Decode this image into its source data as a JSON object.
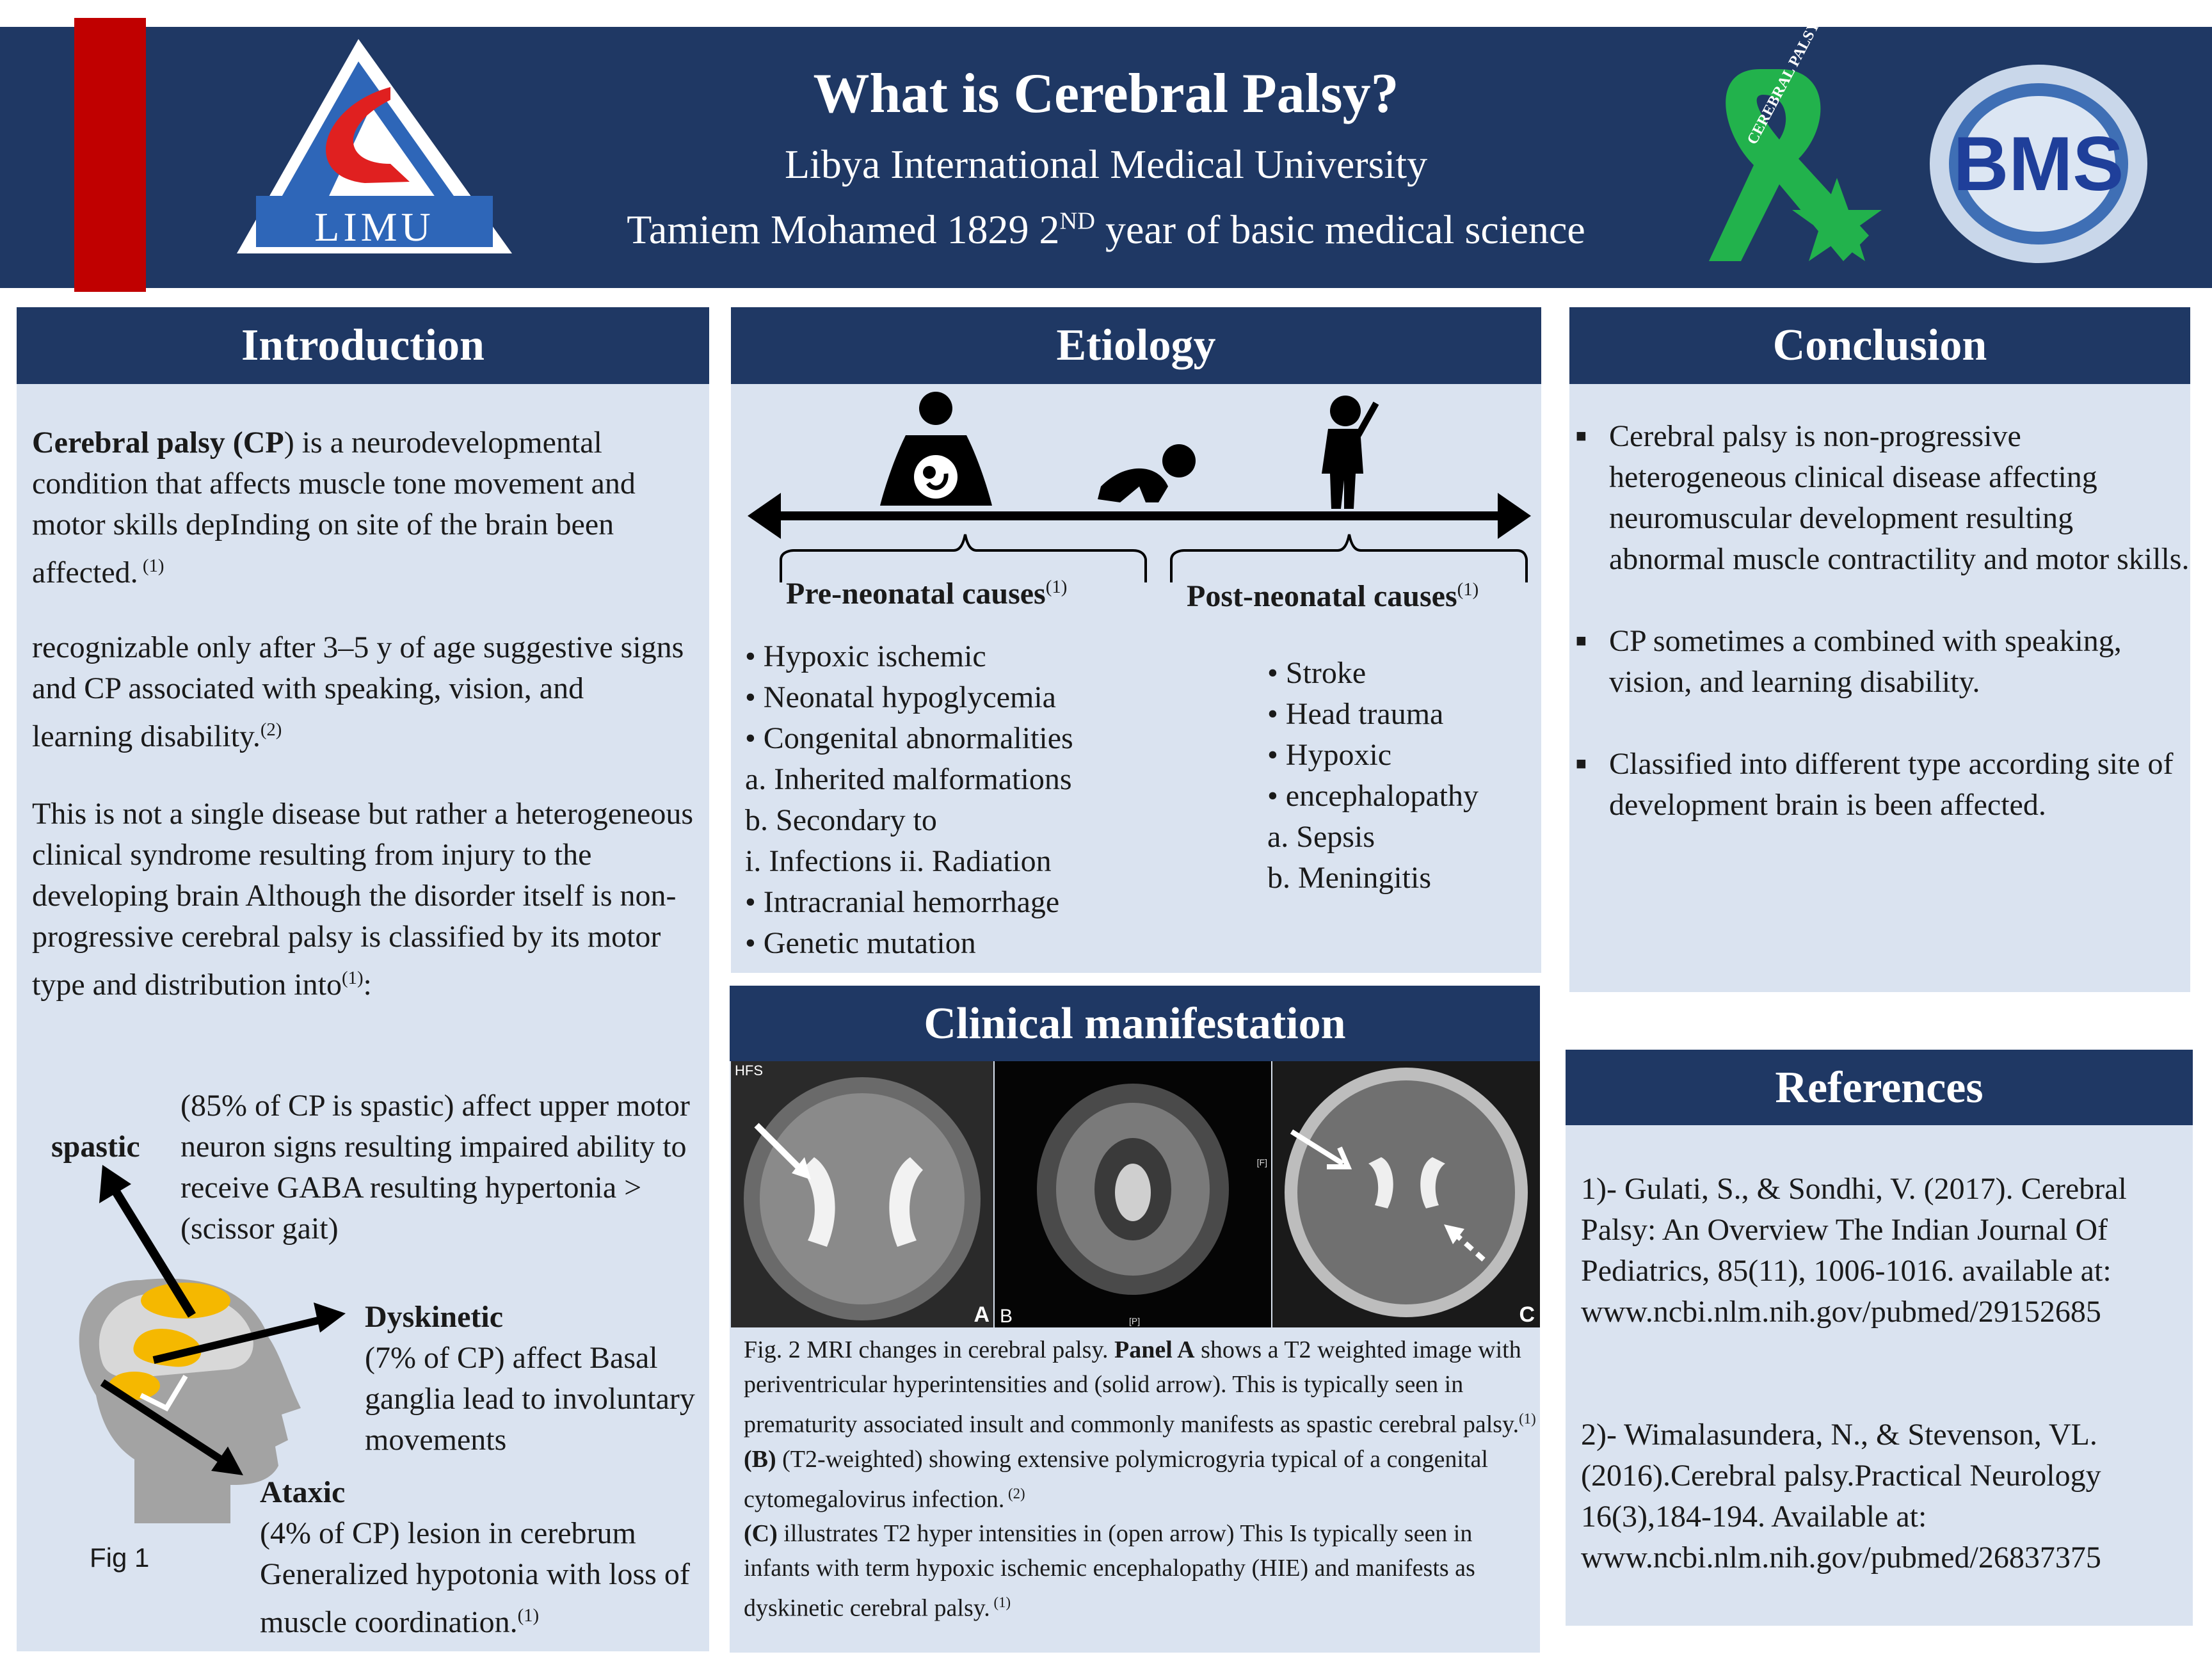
{
  "header": {
    "title": "What is Cerebral Palsy?",
    "university": "Libya International Medical University",
    "author_prefix": "Tamiem Mohamed 1829   2",
    "author_sup": "ND",
    "author_suffix": " year of basic medical science",
    "logo_left_text": "LIMU",
    "logo_ribbon_text": "CEREBRAL PALSY",
    "logo_right_text": "BMS"
  },
  "introduction": {
    "heading": "Introduction",
    "p1_bold": "Cerebral palsy (CP",
    "p1_rest": ") is a neurodevelopmental condition that affects muscle tone movement and motor skills depInding on site of the brain been affected.",
    "p1_ref": " (1)",
    "p2": "recognizable only after 3–5 y of age suggestive signs and CP associated with speaking, vision, and learning disability.",
    "p2_ref": "(2)",
    "p3": "This is not a single disease but rather a heterogeneous clinical syndrome resulting from injury to the developing brain Although the disorder itself is non-progressive cerebral palsy is classified by its motor type and distribution into",
    "p3_ref": "(1)",
    "p3_end": ":",
    "spastic_label": "spastic",
    "spastic_text": "(85% of CP is spastic) affect upper motor neuron signs  resulting impaired ability to receive GABA resulting hypertonia > (scissor gait)",
    "dyskinetic_label": "Dyskinetic",
    "dyskinetic_text": "(7% of CP) affect Basal ganglia lead to involuntary movements",
    "ataxic_label": "Ataxic",
    "ataxic_text": "(4% of CP) lesion in cerebrum Generalized hypotonia with loss of muscle coordination.",
    "ataxic_ref": "(1)",
    "fig_label": "Fig 1"
  },
  "etiology": {
    "heading": "Etiology",
    "pre_label": "Pre-neonatal causes",
    "pre_ref": "(1)",
    "post_label": "Post-neonatal causes",
    "post_ref": "(1)",
    "pre_items": [
      "• Hypoxic ischemic",
      "• Neonatal hypoglycemia",
      "• Congenital abnormalities",
      "a. Inherited malformations",
      "b. Secondary to",
      "i. Infections ii. Radiation",
      "• Intracranial hemorrhage",
      "• Genetic mutation"
    ],
    "post_items": [
      "• Stroke",
      "• Head trauma",
      "• Hypoxic",
      "• encephalopathy",
      "a. Sepsis",
      "b. Meningitis"
    ]
  },
  "clinical": {
    "heading": "Clinical manifestation",
    "img_a_tag": "HFS",
    "img_a_label": "A",
    "img_b_label": "B",
    "img_b_mark1": "[F]",
    "img_b_mark2": "[P]",
    "img_c_label": "C",
    "cap1_pre": "Fig. 2 MRI changes in cerebral palsy. ",
    "cap1_bold": "Panel A",
    "cap1_rest": " shows a T2 weighted image with periventricular hyperintensities and (solid arrow). This is typically seen in prematurity associated insult and commonly manifests as spastic cerebral palsy.",
    "cap1_ref": "(1)",
    "cap2_bold": "(B)",
    "cap2_rest": "  (T2-weighted) showing extensive polymicrogyria typical of a congenital cytomegalovirus infection.",
    "cap2_ref": " (2)",
    "cap3_bold": "(C)",
    "cap3_rest": " illustrates T2 hyper intensities in (open arrow) This Is typically seen in infants with term hypoxic ischemic encephalopathy (HIE) and manifests as dyskinetic cerebral palsy.",
    "cap3_ref": " (1)"
  },
  "conclusion": {
    "heading": "Conclusion",
    "items": [
      "Cerebral palsy is non-progressive heterogeneous clinical disease affecting neuromuscular development resulting abnormal muscle contractility and motor skills.",
      "CP sometimes a combined with speaking, vision, and learning disability.",
      "Classified into different type according site of development brain is been affected."
    ]
  },
  "references": {
    "heading": "References",
    "ref1": "1)- Gulati, S., & Sondhi, V. (2017). Cerebral Palsy: An Overview The Indian Journal Of Pediatrics, 85(11), 1006-1016. available at: www.ncbi.nlm.nih.gov/pubmed/29152685",
    "ref2": "2)- Wimalasundera, N., & Stevenson, VL. (2016).Cerebral palsy.Practical Neurology 16(3),184-194.  Available at: www.ncbi.nlm.nih.gov/pubmed/26837375"
  },
  "colors": {
    "navy": "#1f3864",
    "panel": "#dae3f0",
    "red": "#c00000",
    "green": "#22b24c",
    "brain_yellow": "#f5b800"
  }
}
